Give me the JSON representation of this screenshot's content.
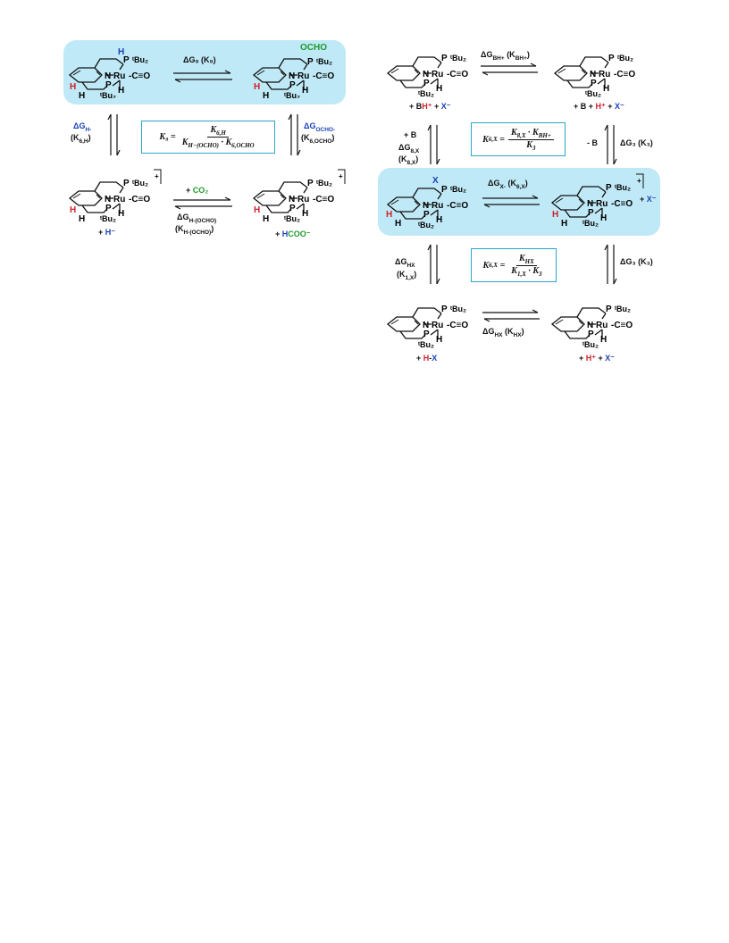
{
  "left": {
    "k9_label": "ΔG₉ (K₉)",
    "h_label_1": "ΔG",
    "h_label_1_sub": "H-",
    "h_label_2": "(K",
    "h_label_2_sub": "6,H",
    "ocho_label_1": "ΔG",
    "ocho_label_1_sub": "OCHO-",
    "ocho_label_2": "(K",
    "ocho_label_2_sub": "6,OCHO",
    "co2_label": "+ CO₂",
    "hocho_label_1": "ΔG",
    "hocho_label_1_sub": "H-(OCHO)",
    "hocho_label_2": "(K",
    "hocho_label_2_sub": "H-(OCHO)",
    "plus_h": "+ H⁻",
    "plus_hcoo_prefix": "+ ",
    "plus_hcoo": "HCOO⁻",
    "eq_lhs": "K₉ =",
    "eq_num": "K",
    "eq_num_sub": "6,H",
    "eq_den": "K",
    "eq_den_sub1": "H−(OCHO)",
    "eq_den_mid": " · K",
    "eq_den_sub2": "6,OCHO"
  },
  "right": {
    "bh_label": "ΔG",
    "bh_label_sub": "BH+",
    "bh_label_k": "(K",
    "bh_label_k_sub": "BH+",
    "plus_bh_x_1": "+ B",
    "plus_bh_x_h": "H⁺",
    "plus_bh_x_2": " + ",
    "plus_bh_x_x": "X⁻",
    "plus_b_h_x_1": "+ B + ",
    "plus_b_h_x_h": "H⁺",
    "plus_b_h_x_2": " + ",
    "plus_b_h_x_x": "X⁻",
    "plus_b": "+ B",
    "g8x_1": "ΔG",
    "g8x_1_sub": "8,X",
    "g8x_2": "(K",
    "g8x_2_sub": "8,X",
    "minus_b": "- B",
    "g3_label": "ΔG₃ (K₃)",
    "gx_label": "ΔG",
    "gx_label_sub": "X-",
    "gx_k": "(K",
    "gx_k_sub": "6,X",
    "plus_x": "+ X⁻",
    "ghx_1": "ΔG",
    "ghx_1_sub": "HX",
    "ghx_2": "(K",
    "ghx_2_sub": "1,X",
    "g3_label_2": "ΔG₃ (K₃)",
    "ghx_bottom": "ΔG",
    "ghx_bottom_sub": "HX",
    "ghx_bottom_k": "(K",
    "ghx_bottom_k_sub": "HX",
    "plus_hx_1": "+ ",
    "plus_hx_h": "H",
    "plus_hx_dash": "-",
    "plus_hx_x": "X",
    "plus_h_x_1": "+ ",
    "plus_h_x_h": "H⁺",
    "plus_h_x_2": " + ",
    "plus_h_x_x": "X⁻",
    "eq1_lhs": "K",
    "eq1_lhs_sub": "6,X",
    "eq1_num": "K",
    "eq1_num_sub1": "8,X",
    "eq1_num_mid": " · K",
    "eq1_num_sub2": "BH+",
    "eq1_den": "K",
    "eq1_den_sub": "3",
    "eq2_lhs": "K",
    "eq2_lhs_sub": "6,X",
    "eq2_num": "K",
    "eq2_num_sub": "HX",
    "eq2_den": "K",
    "eq2_den_sub1": "1,X",
    "eq2_den_mid": " · K",
    "eq2_den_sub2": "3"
  },
  "atoms": {
    "p": "P",
    "tbu2": "ᵗBu₂",
    "n": "N",
    "ru": "Ru",
    "co": "-C≡O",
    "h": "H",
    "ocho": "OCHO",
    "x": "X",
    "plus": "+"
  },
  "colors": {
    "highlight": "#bfe9f7",
    "box_border": "#2aa6c9",
    "red": "#d0202a",
    "blue": "#1a3fb8",
    "green": "#1f9a2a"
  }
}
